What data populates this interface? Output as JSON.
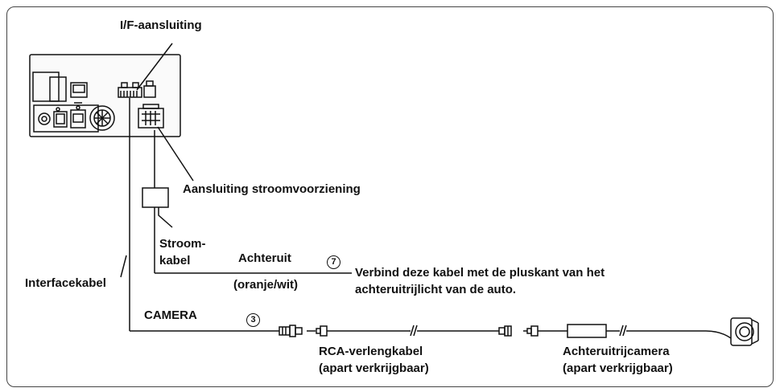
{
  "labels": {
    "if_connector": "I/F-aansluiting",
    "power_connector": "Aansluiting stroomvoorziening",
    "power_cable": [
      "Stroom-",
      "kabel"
    ],
    "reverse": "Achteruit",
    "reverse_color": "(oranje/wit)",
    "reverse_note": [
      "Verbind deze kabel met de pluskant van het",
      "achteruitrijlicht van de auto."
    ],
    "interface_cable": "Interfacekabel",
    "camera": "CAMERA",
    "rca_cable": [
      "RCA-verlengkabel",
      "(apart verkrijgbaar)"
    ],
    "rear_camera": [
      "Achteruitrijcamera",
      "(apart verkrijgbaar)"
    ]
  },
  "markers": {
    "reverse_num": "7",
    "camera_num": "3"
  },
  "colors": {
    "line": "#111111",
    "frame": "#444444",
    "fill": "#ffffff"
  },
  "icons": [
    "head-unit-rear-panel",
    "rca-plug",
    "camera-head"
  ]
}
